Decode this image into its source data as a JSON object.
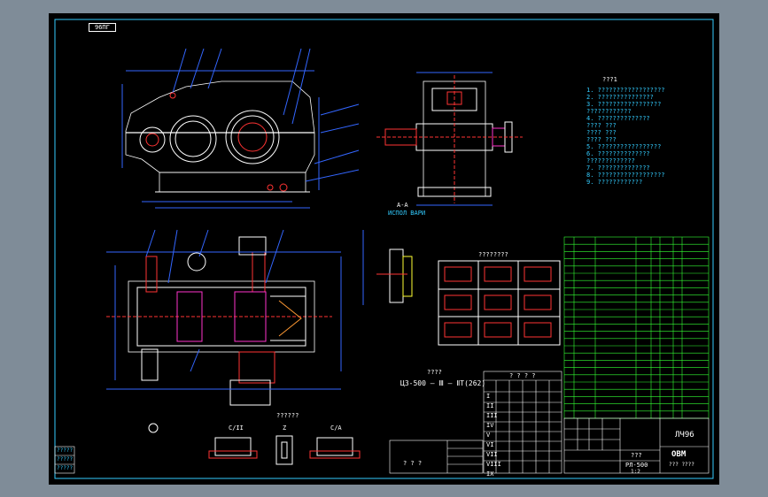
{
  "drawing": {
    "title_tag": "96ПГ",
    "section_label_aa": "A-A",
    "section_caption": "ИСПОЛ ВАРИ",
    "notes_heading": "???1",
    "notes": [
      "1. ??????????????????",
      "2. ???????????????",
      "3. ?????????????????",
      "   ????????????",
      "4. ??????????????",
      "       ????    ???",
      "       ????    ???",
      "       ????    ???",
      "5. ?????????????????",
      "6. ??????????????",
      "   ?????????????",
      "7. ??????????????",
      "8. ??????????????????",
      "9. ????????????"
    ],
    "variants_heading": "????????",
    "model_heading": "????",
    "model_code": "ЦЗ-500 – Ⅲ – ⅡТ(262)",
    "sections_heading": "??????",
    "section_names": [
      "C/II",
      "Z",
      "C/A"
    ],
    "stage_table": {
      "heading": "? ? ? ?",
      "rows": [
        "I",
        "II",
        "III",
        "IV",
        "V",
        "VI",
        "VII",
        "VIII",
        "IX"
      ]
    },
    "left_small_table": [
      "?????",
      "?????",
      "?????"
    ],
    "param_table_label": "? ? ?",
    "title_block": {
      "material": "ЛЧ96",
      "name": "???",
      "drawing_number": "РЛ-500",
      "company": "ОВМ",
      "company_sub": "??? ????",
      "scale_label": "1:2"
    },
    "parts_list_rows": 25,
    "colors": {
      "page_bg": "#7f8c98",
      "sheet": "#000000",
      "frame_line": "#33ccff",
      "outline": "#ffffff",
      "dimension": "#3366ff",
      "accent_red": "#ff3333",
      "accent_magenta": "#ff33cc",
      "accent_green": "#33ff33",
      "accent_yellow": "#ffff33"
    }
  }
}
